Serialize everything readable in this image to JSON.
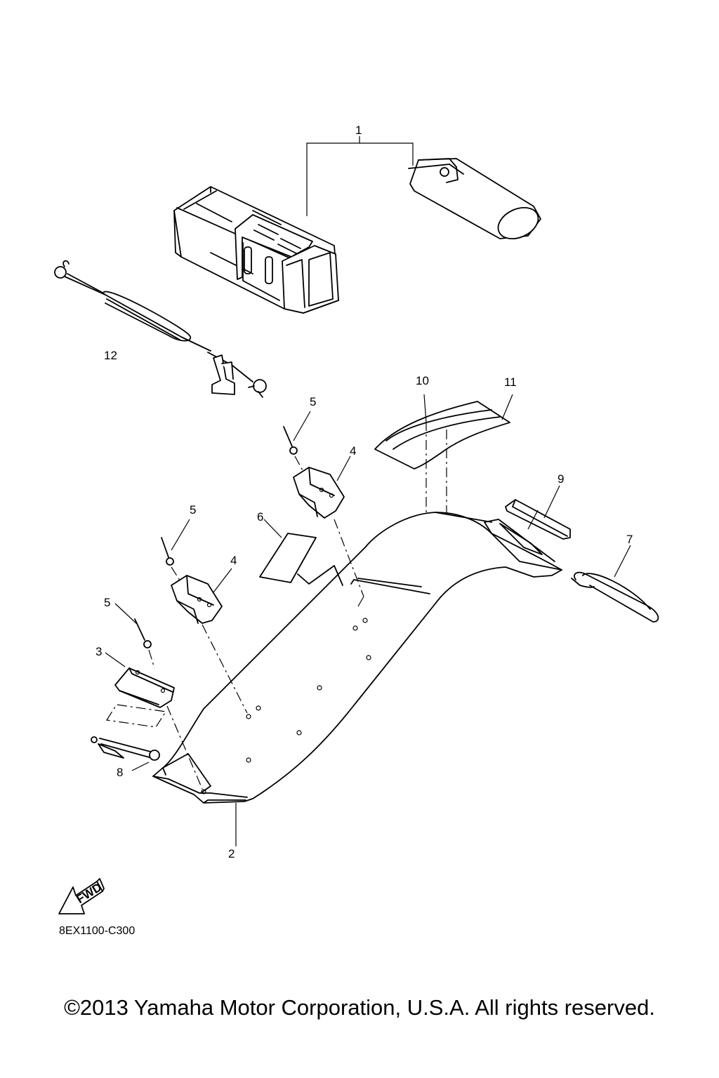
{
  "callouts": [
    "1",
    "2",
    "3",
    "4",
    "4",
    "5",
    "5",
    "5",
    "6",
    "7",
    "8",
    "9",
    "10",
    "11",
    "12"
  ],
  "fwd_label": "FWD",
  "diagram_code": "8EX1100-C300",
  "copyright": "©2013 Yamaha Motor Corporation, U.S.A. All rights reserved."
}
